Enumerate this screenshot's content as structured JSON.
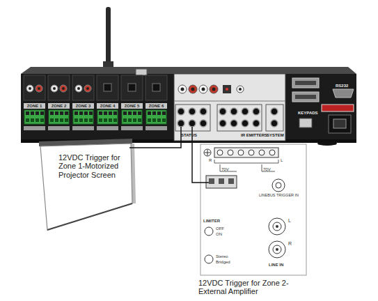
{
  "diagram": {
    "nodes": [
      {
        "text": [
          "STATUS",
          "IR EMITTERS",
          "SYSTEM",
          "KEYPADS",
          "RS232"
        ]
      },
      {
        "text": [
          "ZONE 1"
        ],
        "in": 0
      },
      {
        "text": [
          "ZONE 2"
        ],
        "in": 0
      },
      {
        "text": [
          "ZONE 3"
        ],
        "in": 0
      },
      {
        "text": [
          "ZONE 4"
        ],
        "in": 0
      },
      {
        "text": [
          "ZONE 5"
        ],
        "in": 0
      },
      {
        "text": [
          "ZONE 6"
        ],
        "in": 0
      },
      {
        "text": [
          "12VDC Trigger for Zone 1-Motorized Projector Screen"
        ]
      },
      {
        "text": [
          "LIMITER",
          "LINE IN",
          "12VDC Trigger for Zone 2-External Amplifier"
        ]
      }
    ],
    "edges": [
      {
        "from": 0,
        "to": 7,
        "arrow": "none"
      },
      {
        "from": 0,
        "to": 8,
        "arrow": "none"
      }
    ],
    "labels": [
      "R",
      "L",
      "70V",
      "70V",
      "LINEBUS TRIGGER IN",
      "OFF",
      "ON",
      "Stereo",
      "Bridged",
      "L",
      "R"
    ]
  }
}
